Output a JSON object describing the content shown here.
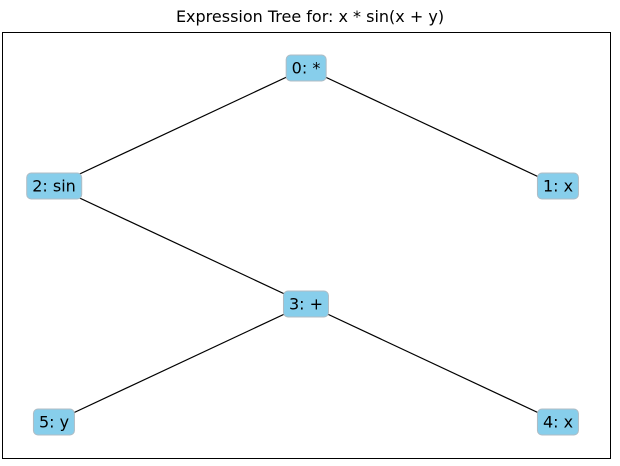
{
  "title": "Expression Tree for: x * sin(x + y)",
  "colors": {
    "node_fill": "#87ceeb",
    "node_border": "#b0bcc4",
    "edge": "#000000"
  },
  "nodes": [
    {
      "id": 0,
      "label": "0: *"
    },
    {
      "id": 1,
      "label": "1: x"
    },
    {
      "id": 2,
      "label": "2: sin"
    },
    {
      "id": 3,
      "label": "3: +"
    },
    {
      "id": 4,
      "label": "4: x"
    },
    {
      "id": 5,
      "label": "5: y"
    }
  ],
  "edges": [
    {
      "from": 0,
      "to": 2
    },
    {
      "from": 0,
      "to": 1
    },
    {
      "from": 2,
      "to": 3
    },
    {
      "from": 3,
      "to": 5
    },
    {
      "from": 3,
      "to": 4
    }
  ]
}
